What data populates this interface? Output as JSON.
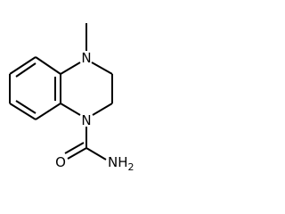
{
  "molecule": {
    "atoms": {
      "n4": "N",
      "n1": "N",
      "o": "O",
      "nh2_n": "NH",
      "nh2_sub": "2"
    }
  }
}
